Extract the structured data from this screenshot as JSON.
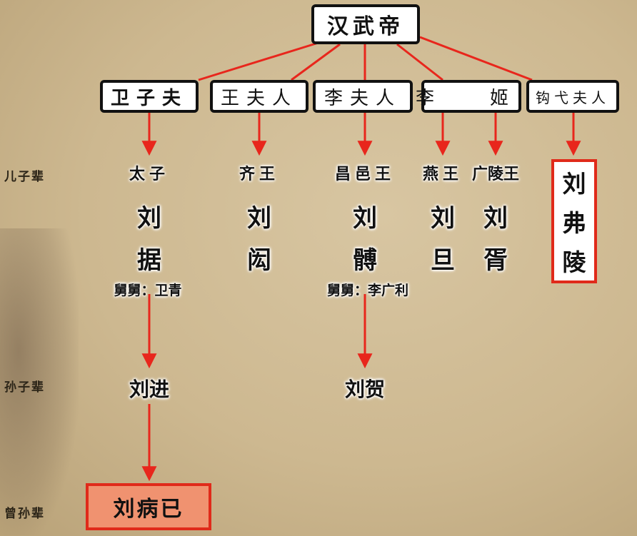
{
  "emperor": "汉武帝",
  "generations": [
    "儿子辈",
    "孙子辈",
    "曾孙辈"
  ],
  "mothers": [
    "卫子夫",
    "王夫人",
    "李夫人",
    "李　姬",
    "钩弋夫人"
  ],
  "sons": [
    {
      "title": "太子",
      "name1": "刘",
      "name2": "据"
    },
    {
      "title": "齐王",
      "name1": "刘",
      "name2": "闳"
    },
    {
      "title": "昌邑王",
      "name1": "刘",
      "name2": "髆"
    },
    {
      "title": "燕王",
      "name1": "刘",
      "name2": "旦"
    },
    {
      "title": "广陵王",
      "name1": "刘",
      "name2": "胥"
    }
  ],
  "liu_fuling": [
    "刘",
    "弗",
    "陵"
  ],
  "uncles": [
    "舅舅：卫青",
    "舅舅：李广利"
  ],
  "grandsons": [
    "刘进",
    "刘贺"
  ],
  "great_grandson": "刘病已",
  "colors": {
    "arrow": "#e8261c",
    "highlight_border": "#e02a1a",
    "highlight_fill": "#f09270"
  }
}
